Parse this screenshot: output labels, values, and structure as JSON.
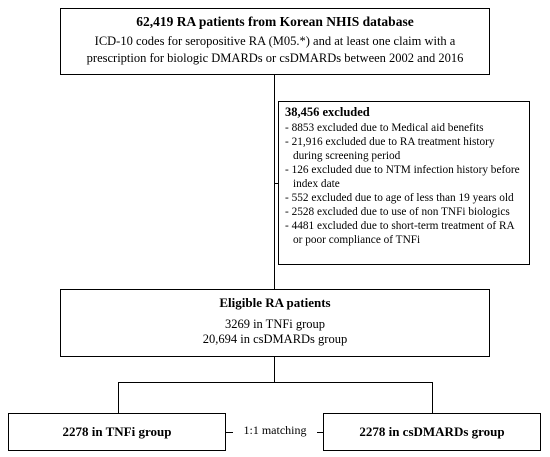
{
  "diagram": {
    "top": {
      "title": "62,419 RA patients from Korean NHIS database",
      "description": "ICD-10 codes for seropositive RA (M05.*) and at least one claim with a prescription for biologic DMARDs or csDMARDs between 2002 and 2016"
    },
    "excluded": {
      "title": "38,456 excluded",
      "items": [
        "- 8853 excluded due to Medical aid benefits",
        "- 21,916 excluded due to RA treatment history during screening period",
        "- 126 excluded due to NTM infection history before index date",
        "- 552 excluded due to age of less than 19 years old",
        "- 2528 excluded due to use of non TNFi biologics",
        "- 4481 excluded due to short-term treatment of RA or poor compliance of TNFi"
      ]
    },
    "eligible": {
      "title": "Eligible RA patients",
      "line1": "3269 in TNFi group",
      "line2": "20,694 in csDMARDs group"
    },
    "left_group": "2278 in TNFi group",
    "right_group": "2278 in csDMARDs group",
    "matching_label": "1:1 matching"
  }
}
